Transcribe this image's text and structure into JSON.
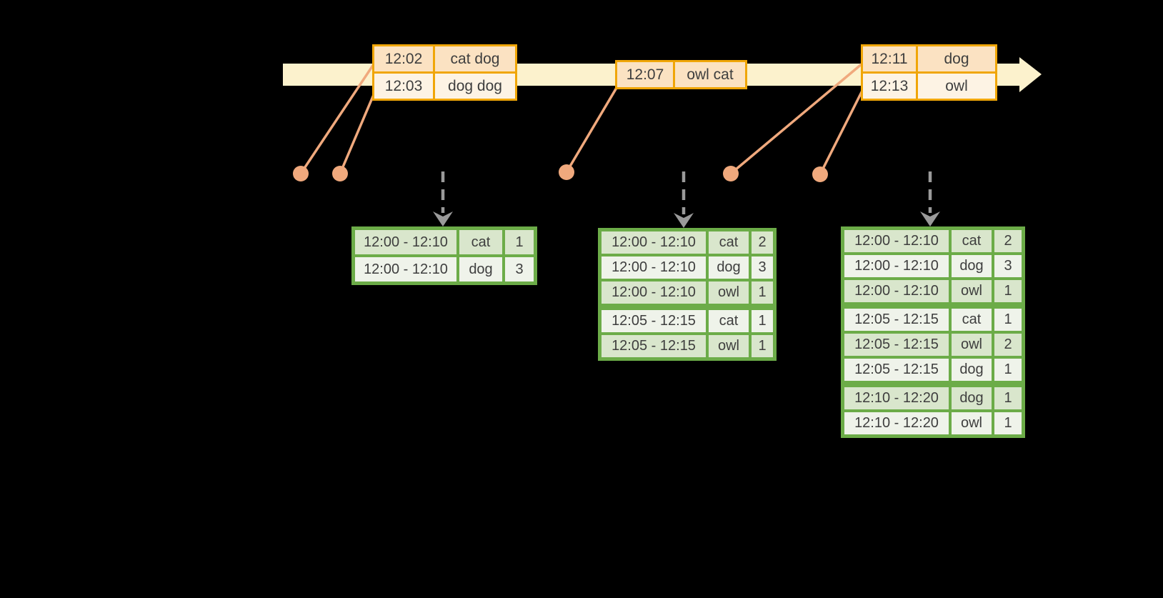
{
  "event_tables": [
    {
      "rows": [
        {
          "time": "12:02",
          "words": "cat dog"
        },
        {
          "time": "12:03",
          "words": "dog dog"
        }
      ]
    },
    {
      "rows": [
        {
          "time": "12:07",
          "words": "owl cat"
        }
      ]
    },
    {
      "rows": [
        {
          "time": "12:11",
          "words": "dog"
        },
        {
          "time": "12:13",
          "words": "owl"
        }
      ]
    }
  ],
  "result_tables": [
    {
      "rows": [
        {
          "window": "12:00 - 12:10",
          "word": "cat",
          "count": "1"
        },
        {
          "window": "12:00 - 12:10",
          "word": "dog",
          "count": "3"
        }
      ]
    },
    {
      "rows": [
        {
          "window": "12:00 - 12:10",
          "word": "cat",
          "count": "2"
        },
        {
          "window": "12:00 - 12:10",
          "word": "dog",
          "count": "3"
        },
        {
          "window": "12:00 - 12:10",
          "word": "owl",
          "count": "1"
        },
        {
          "window": "12:05 - 12:15",
          "word": "cat",
          "count": "1"
        },
        {
          "window": "12:05 - 12:15",
          "word": "owl",
          "count": "1"
        }
      ]
    },
    {
      "rows": [
        {
          "window": "12:00 - 12:10",
          "word": "cat",
          "count": "2"
        },
        {
          "window": "12:00 - 12:10",
          "word": "dog",
          "count": "3"
        },
        {
          "window": "12:00 - 12:10",
          "word": "owl",
          "count": "1"
        },
        {
          "window": "12:05 - 12:15",
          "word": "cat",
          "count": "1"
        },
        {
          "window": "12:05 - 12:15",
          "word": "owl",
          "count": "2"
        },
        {
          "window": "12:05 - 12:15",
          "word": "dog",
          "count": "1"
        },
        {
          "window": "12:10 - 12:20",
          "word": "dog",
          "count": "1"
        },
        {
          "window": "12:10 - 12:20",
          "word": "owl",
          "count": "1"
        }
      ]
    }
  ],
  "colors": {
    "background": "#000000",
    "timeline_band": "#fcf2cd",
    "event_border": "#f0a608",
    "event_row_dark": "#fbe2c2",
    "event_row_light": "#fdf3e4",
    "connector": "#f0a97d",
    "trigger_arrow": "#9a9a9a",
    "result_border": "#6cac48",
    "result_row_dark": "#d9e6cc",
    "result_row_light": "#eff3ea",
    "text": "#3e3e3e"
  }
}
